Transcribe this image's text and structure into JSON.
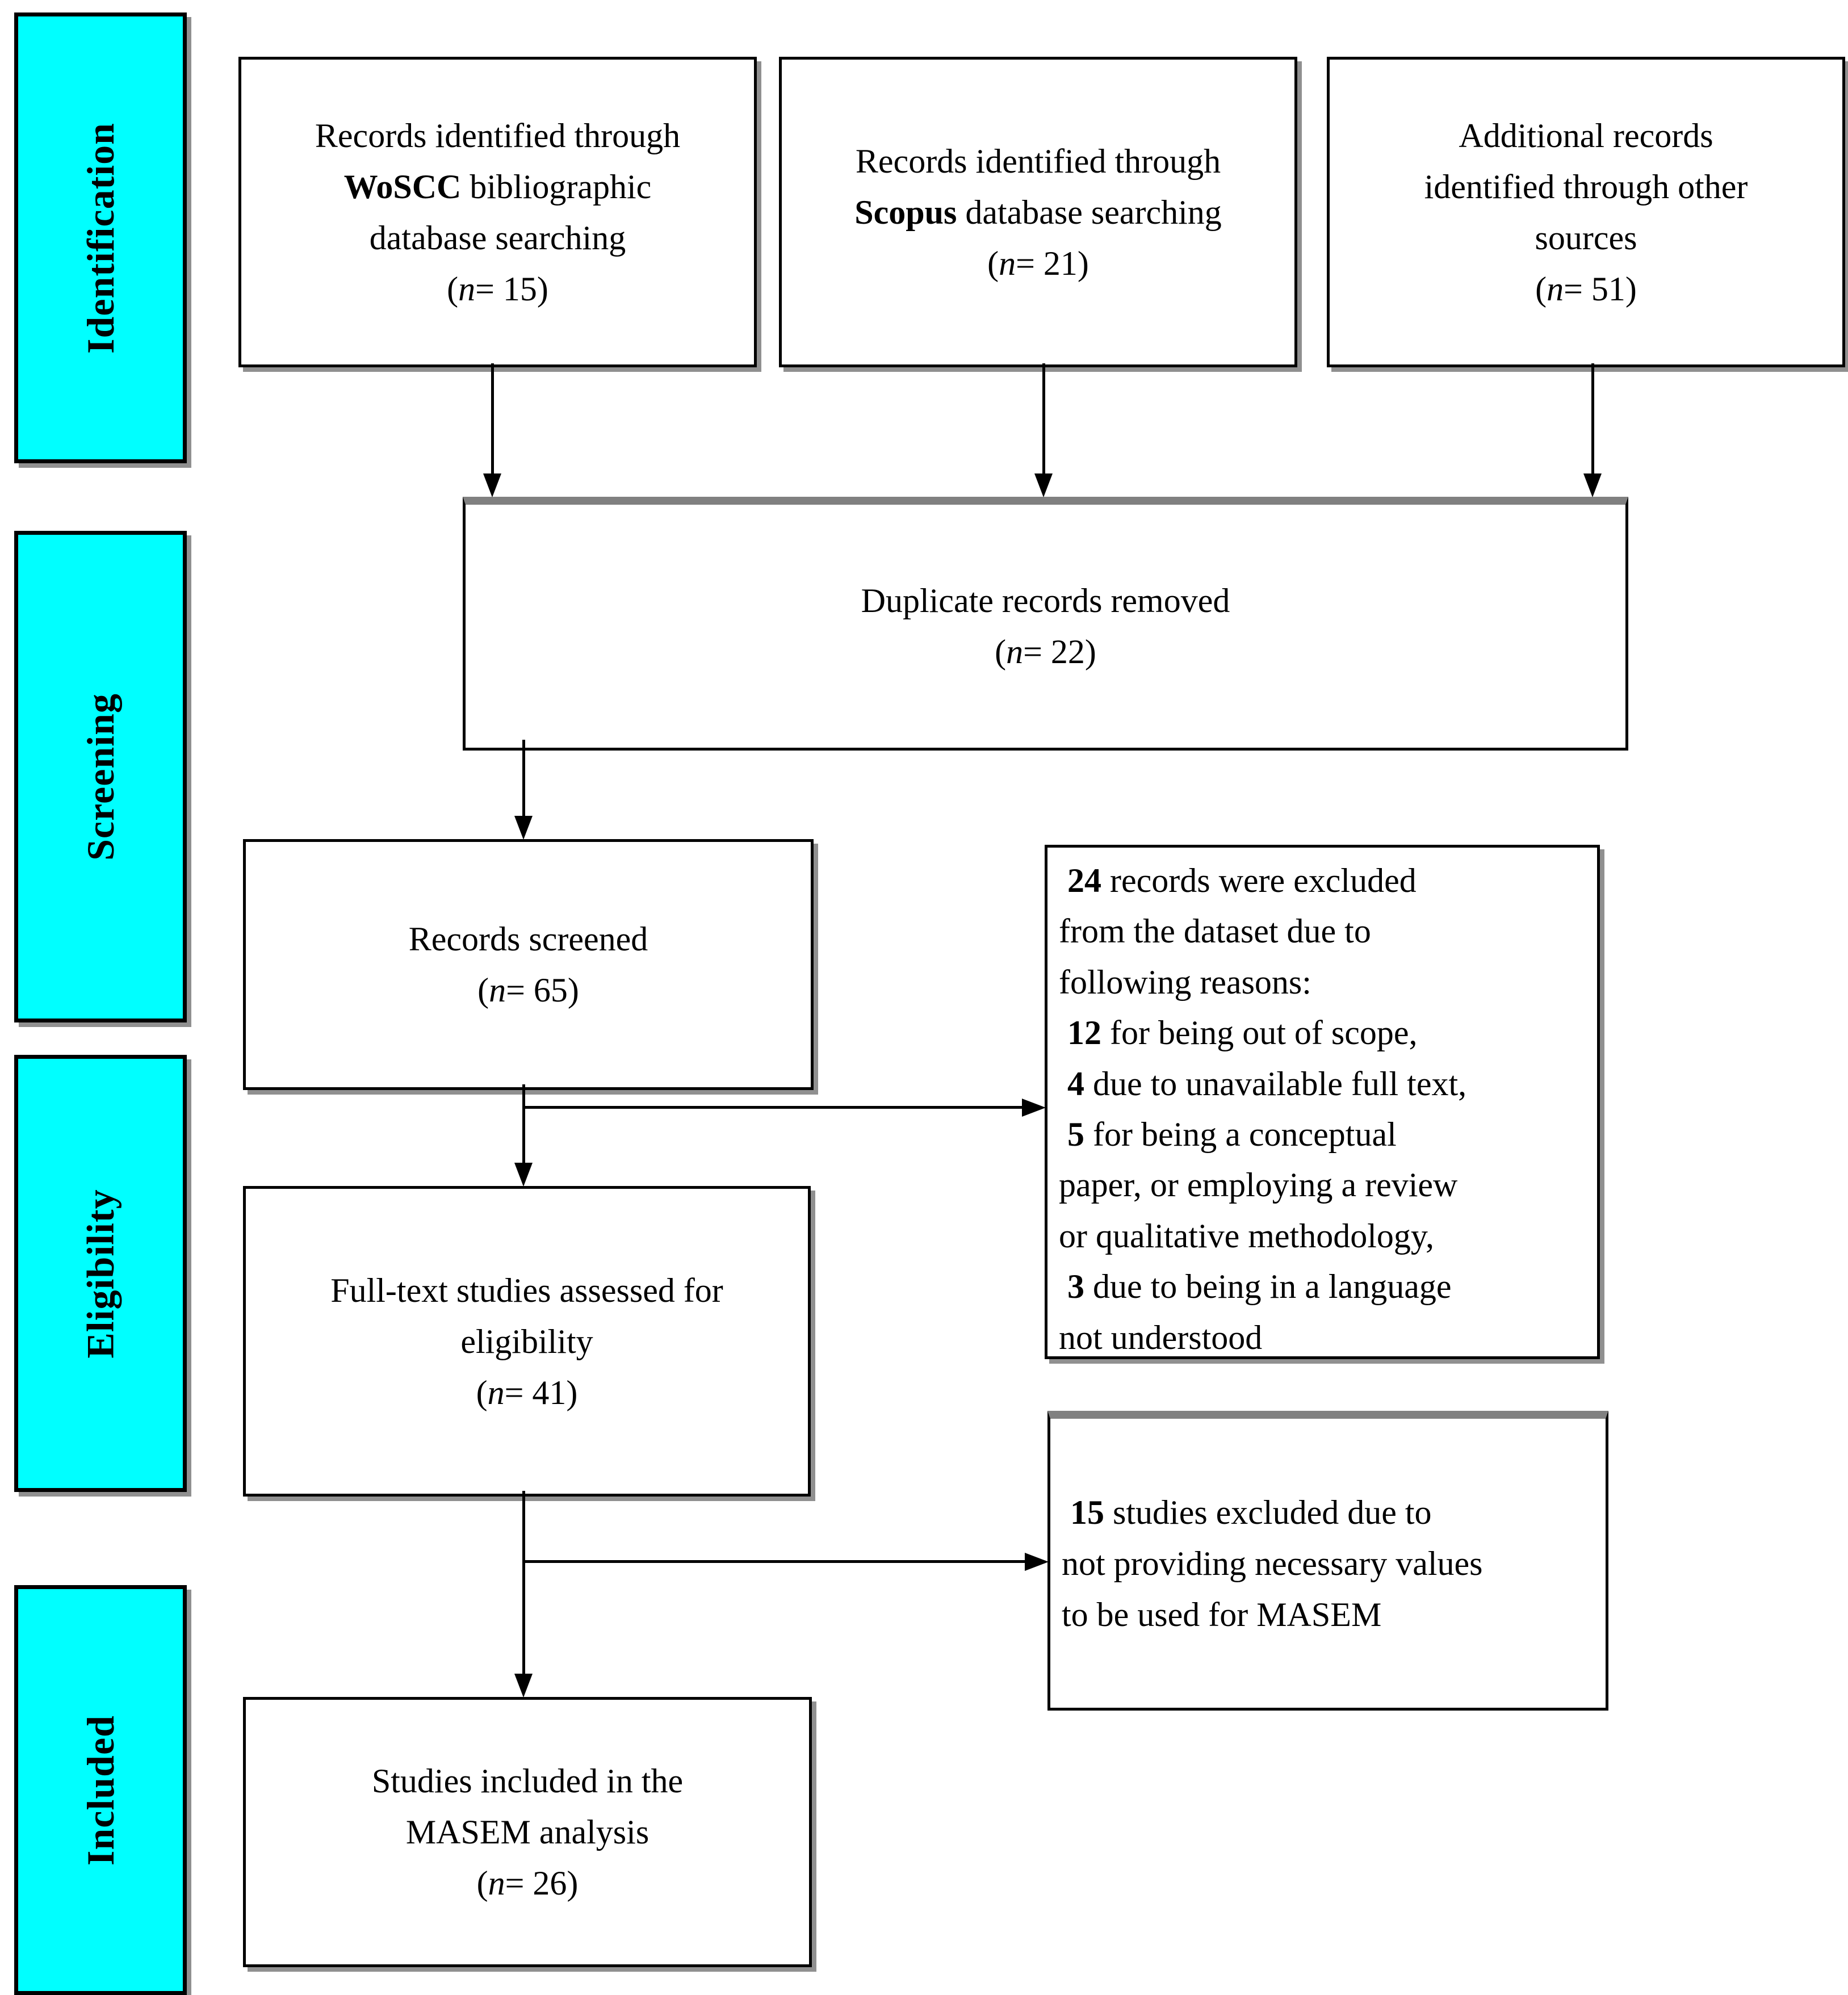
{
  "colors": {
    "stage_fill": "#00ffff",
    "line": "#000000",
    "shadow": "#909090"
  },
  "sidebar": {
    "identification": "Identification",
    "screening": "Screening",
    "eligibility": "Eligibility",
    "included": "Included"
  },
  "boxes": {
    "woscc": {
      "lines": [
        [
          {
            "t": "Records identified through"
          }
        ],
        [
          {
            "t": "WoSCC",
            "b": true
          },
          {
            "t": " bibliographic"
          }
        ],
        [
          {
            "t": "database searching"
          }
        ],
        [
          {
            "t": "("
          },
          {
            "t": "n",
            "i": true
          },
          {
            "t": "= 15)"
          }
        ]
      ]
    },
    "scopus": {
      "lines": [
        [
          {
            "t": "Records identified through"
          }
        ],
        [
          {
            "t": "Scopus",
            "b": true
          },
          {
            "t": " database searching"
          }
        ],
        [
          {
            "t": "("
          },
          {
            "t": "n",
            "i": true
          },
          {
            "t": "= 21)"
          }
        ]
      ]
    },
    "other_sources": {
      "lines": [
        [
          {
            "t": "Additional records"
          }
        ],
        [
          {
            "t": "identified through other"
          }
        ],
        [
          {
            "t": "sources"
          }
        ],
        [
          {
            "t": "("
          },
          {
            "t": "n",
            "i": true
          },
          {
            "t": "= 51)"
          }
        ]
      ]
    },
    "duplicates": {
      "lines": [
        [
          {
            "t": "Duplicate records removed"
          }
        ],
        [
          {
            "t": "("
          },
          {
            "t": "n",
            "i": true
          },
          {
            "t": "= 22)"
          }
        ]
      ]
    },
    "screened": {
      "lines": [
        [
          {
            "t": "Records screened"
          }
        ],
        [
          {
            "t": "("
          },
          {
            "t": "n",
            "i": true
          },
          {
            "t": "= 65)"
          }
        ]
      ]
    },
    "excluded_screening": {
      "lines": [
        [
          {
            "t": " 24",
            "b": true
          },
          {
            "t": " records were excluded"
          }
        ],
        [
          {
            "t": "from the dataset due to"
          }
        ],
        [
          {
            "t": "following reasons:"
          }
        ],
        [
          {
            "t": " 12",
            "b": true
          },
          {
            "t": " for being out of scope,"
          }
        ],
        [
          {
            "t": " 4",
            "b": true
          },
          {
            "t": " due to unavailable full text,"
          }
        ],
        [
          {
            "t": " 5",
            "b": true
          },
          {
            "t": " for being a conceptual"
          }
        ],
        [
          {
            "t": "paper, or employing a review"
          }
        ],
        [
          {
            "t": "or qualitative methodology,"
          }
        ],
        [
          {
            "t": " 3",
            "b": true
          },
          {
            "t": " due to being in a language"
          }
        ],
        [
          {
            "t": "not understood"
          }
        ]
      ]
    },
    "fulltext": {
      "lines": [
        [
          {
            "t": "Full-text studies assessed for"
          }
        ],
        [
          {
            "t": "eligibility"
          }
        ],
        [
          {
            "t": "("
          },
          {
            "t": "n",
            "i": true
          },
          {
            "t": "= 41)"
          }
        ]
      ]
    },
    "excluded_masem": {
      "lines": [
        [
          {
            "t": " 15",
            "b": true
          },
          {
            "t": " studies excluded due to"
          }
        ],
        [
          {
            "t": "not providing necessary values"
          }
        ],
        [
          {
            "t": "to be used for MASEM"
          }
        ]
      ]
    },
    "included_masem": {
      "lines": [
        [
          {
            "t": "Studies included in the"
          }
        ],
        [
          {
            "t": "MASEM analysis"
          }
        ],
        [
          {
            "t": "("
          },
          {
            "t": "n",
            "i": true
          },
          {
            "t": "= 26)"
          }
        ]
      ]
    }
  }
}
